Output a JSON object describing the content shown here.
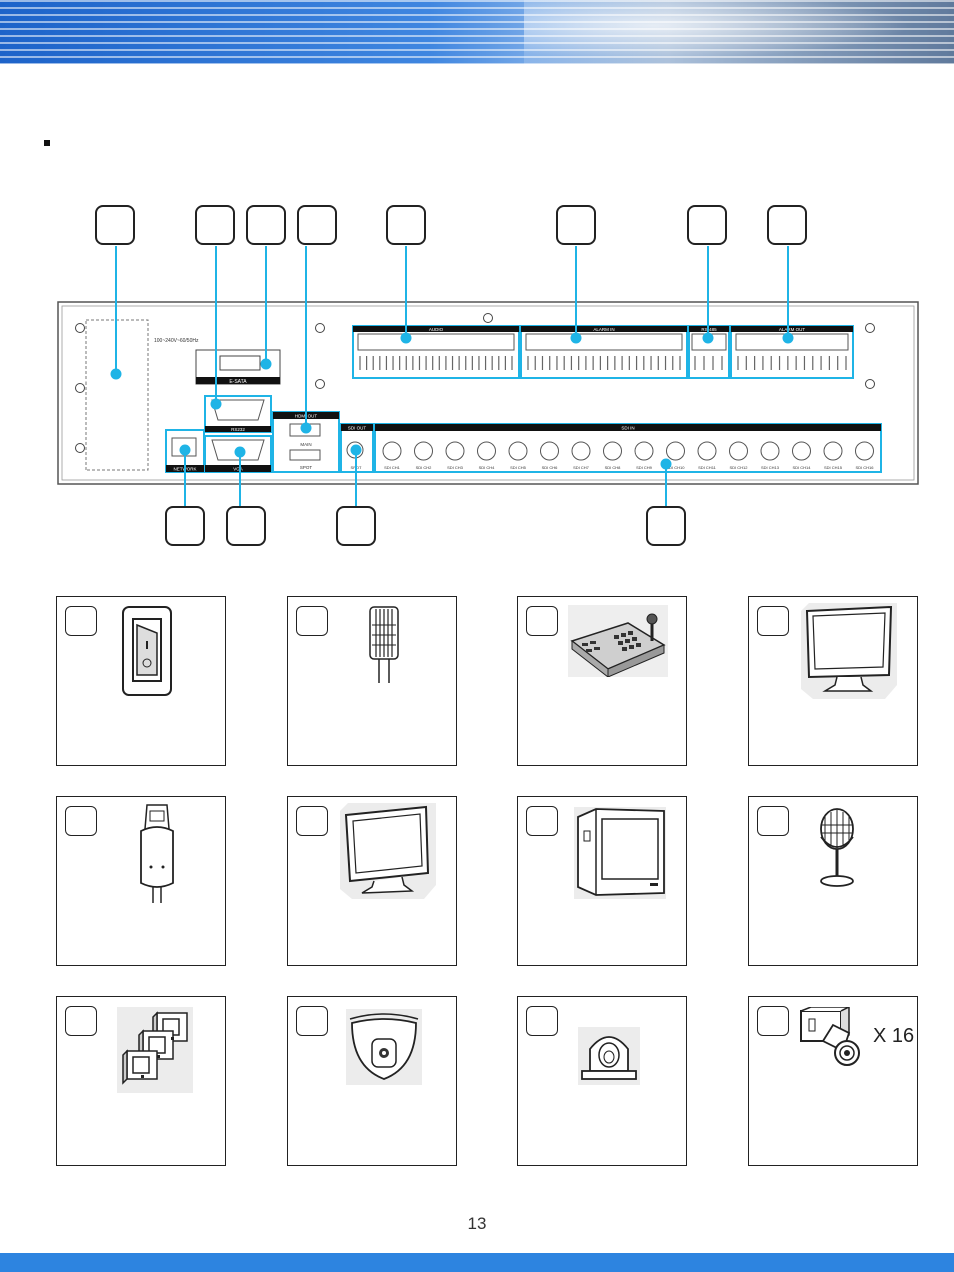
{
  "page": {
    "number": "13"
  },
  "panel_labels": {
    "power": "100~240V~60/50Hz",
    "esata": "E-SATA",
    "rs232": "RS232",
    "network": "NETWORK",
    "vga": "VGA",
    "hdmi_out": "HDMI OUT",
    "main": "MAIN",
    "spot": "SPOT",
    "sdi_out": "SDI OUT",
    "spot_port": "SPOT",
    "sdi_in": "SDI IN",
    "audio": "AUDIO",
    "alarm_in": "ALARM IN",
    "rs485": "RS-485",
    "alarm_out": "ALARM OUT",
    "sdi_channels": [
      "SDI CH1",
      "SDI CH2",
      "SDI CH3",
      "SDI CH4",
      "SDI CH5",
      "SDI CH6",
      "SDI CH7",
      "SDI CH8",
      "SDI CH9",
      "SDI CH10",
      "SDI CH11",
      "SDI CH12",
      "SDI CH13",
      "SDI CH14",
      "SDI CH15",
      "SDI CH16"
    ]
  },
  "items": {
    "camera_multiplier": "X 16"
  },
  "colors": {
    "accent": "#1fb4e6",
    "header_blue": "#2d84e0"
  },
  "icons": [
    "power-switch-icon",
    "power-cord-icon",
    "ptz-keyboard-icon",
    "lcd-monitor-icon",
    "esata-plug-icon",
    "vga-monitor-icon",
    "crt-monitor-icon",
    "microphone-icon",
    "sensor-icon",
    "dome-camera-icon",
    "alarm-siren-icon",
    "box-camera-icon"
  ]
}
